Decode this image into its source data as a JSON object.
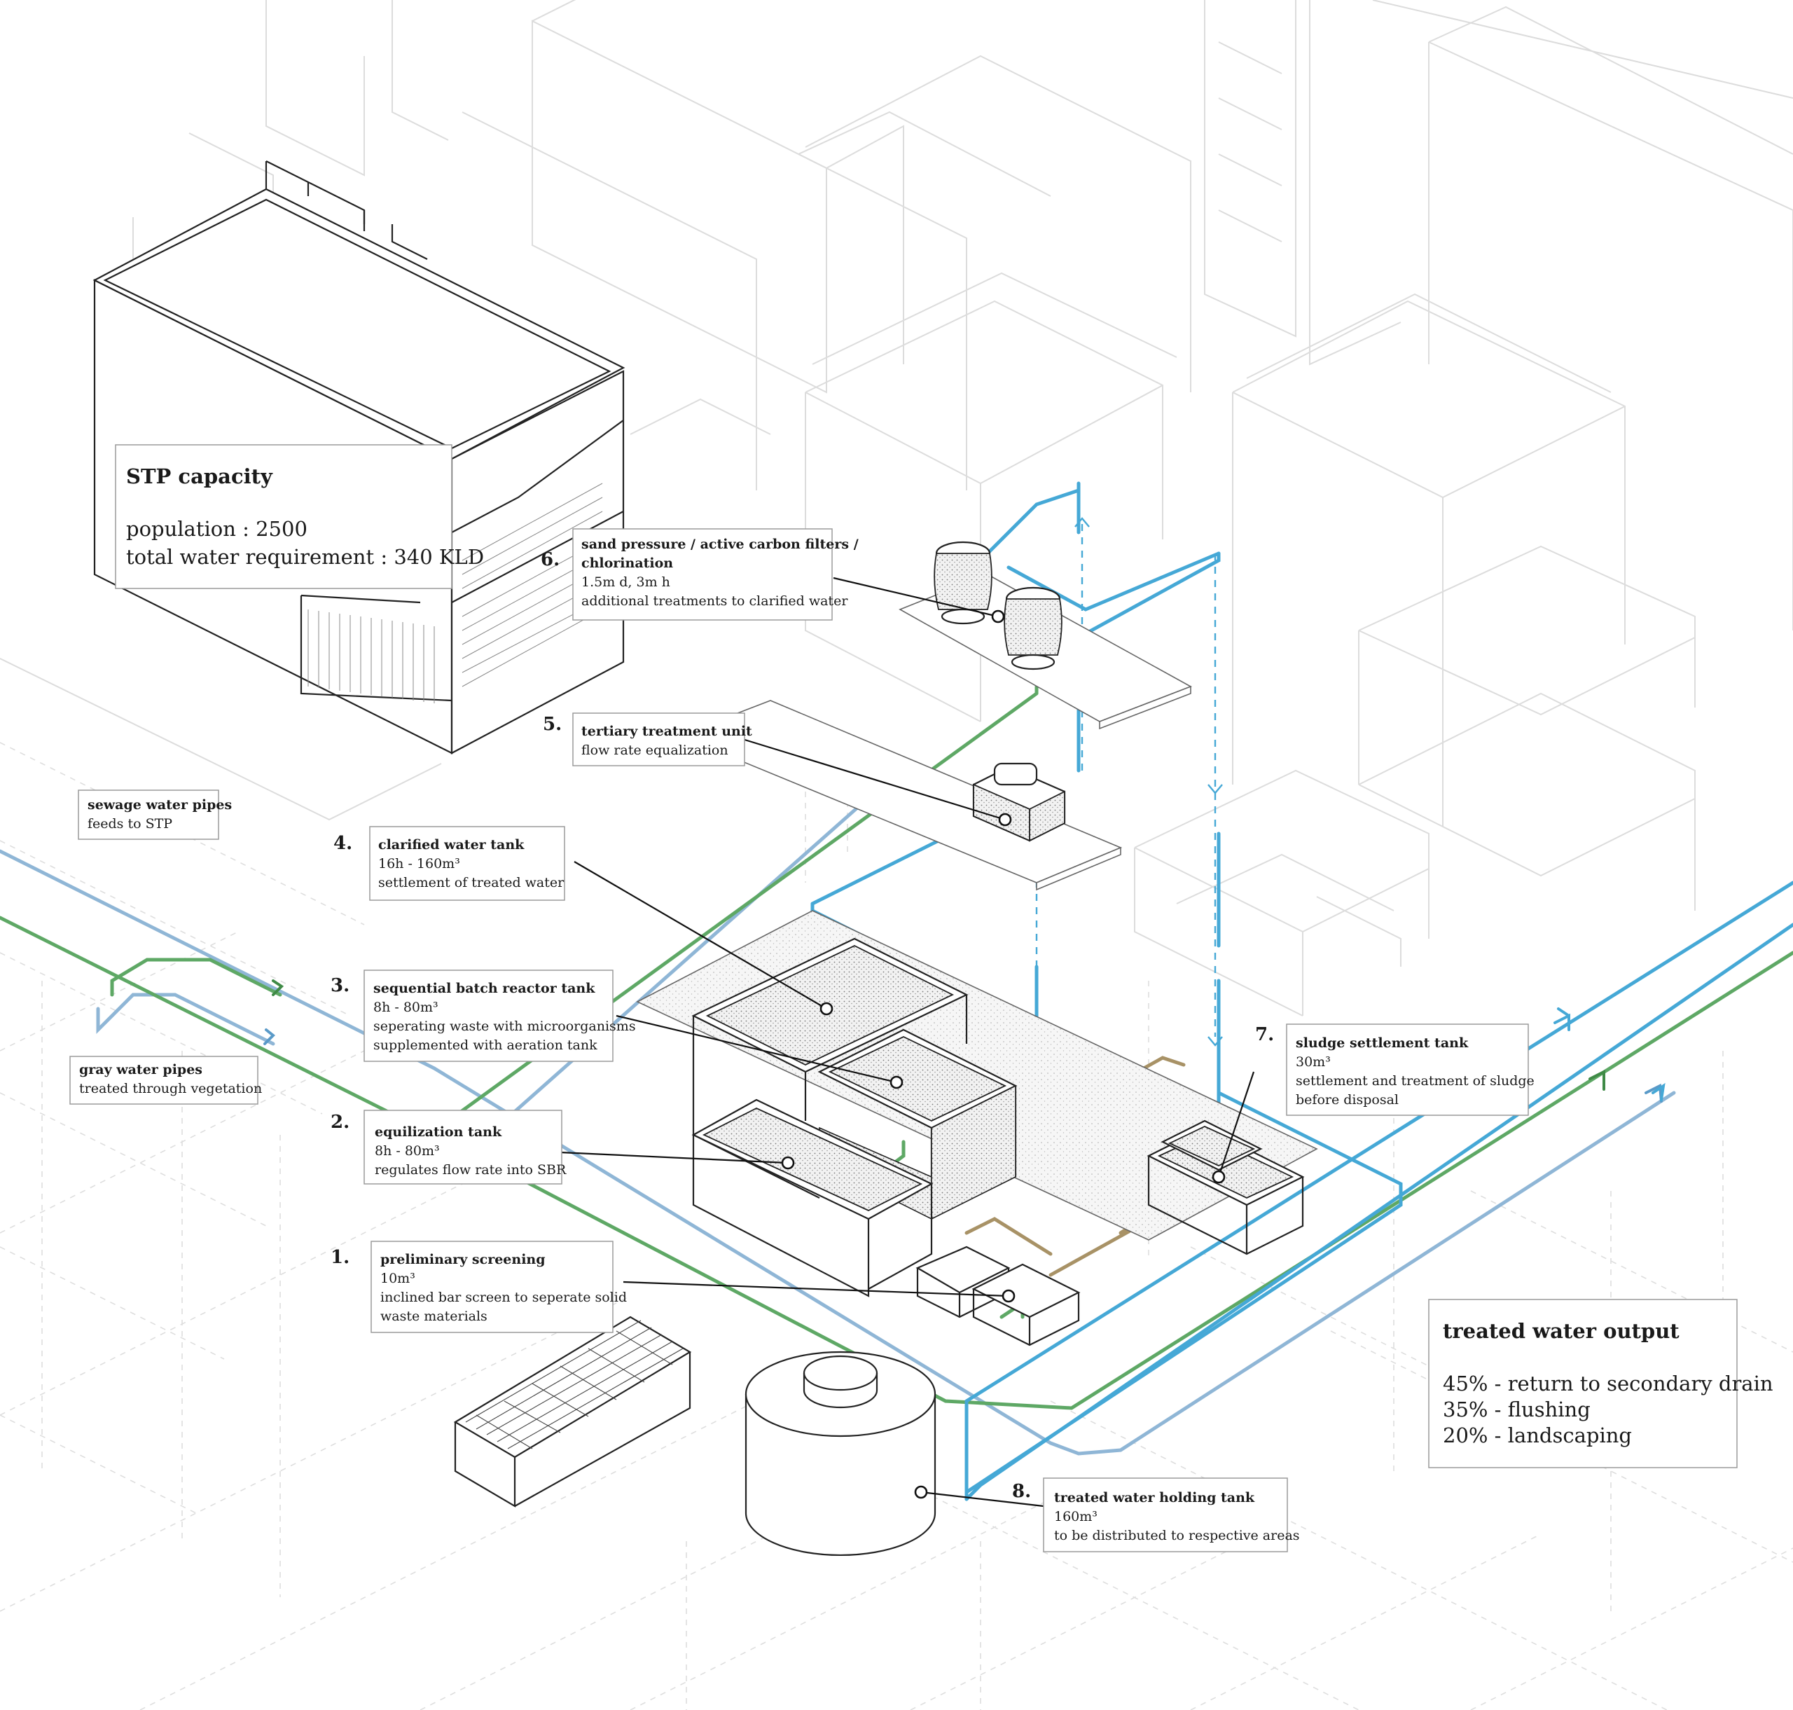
{
  "capacity": {
    "title": "STP capacity",
    "population": "population : 2500",
    "water_requirement": "total water requirement : 340 KLD"
  },
  "output": {
    "title": "treated water output",
    "lines": [
      "45% - return to secondary drain",
      "35% - flushing",
      "20% - landscaping"
    ]
  },
  "pipes": {
    "sewage": {
      "title": "sewage water pipes",
      "desc": "feeds to STP"
    },
    "gray": {
      "title": "gray water pipes",
      "desc": "treated through vegetation"
    }
  },
  "steps": [
    {
      "num": "1.",
      "title": "preliminary screening",
      "lines": [
        "10m³",
        "inclined bar screen to seperate solid",
        "waste materials"
      ]
    },
    {
      "num": "2.",
      "title": "equilization tank",
      "lines": [
        "8h - 80m³",
        "regulates flow rate into SBR"
      ]
    },
    {
      "num": "3.",
      "title": "sequential batch reactor tank",
      "lines": [
        "8h - 80m³",
        "seperating waste with microorganisms",
        "supplemented with aeration tank"
      ]
    },
    {
      "num": "4.",
      "title": "clarified water tank",
      "lines": [
        "16h - 160m³",
        "settlement of treated water"
      ]
    },
    {
      "num": "5.",
      "title": "tertiary treatment unit",
      "lines": [
        "flow rate equalization"
      ]
    },
    {
      "num": "6.",
      "title": "sand pressure / active carbon filters /",
      "title2": "chlorination",
      "lines": [
        "1.5m d, 3m h",
        "additional treatments to clarified water"
      ]
    },
    {
      "num": "7.",
      "title": "sludge settlement tank",
      "lines": [
        "30m³",
        "settlement and treatment of sludge",
        "before disposal"
      ]
    },
    {
      "num": "8.",
      "title": "treated water holding tank",
      "lines": [
        "160m³",
        "to be distributed to respective areas"
      ]
    }
  ],
  "colors": {
    "treated": "#45a8d6",
    "sewage": "#5ea865",
    "gray": "#8fb6d6",
    "sludge": "#a89266",
    "ink": "#222222",
    "context": "#dcdcdc"
  }
}
